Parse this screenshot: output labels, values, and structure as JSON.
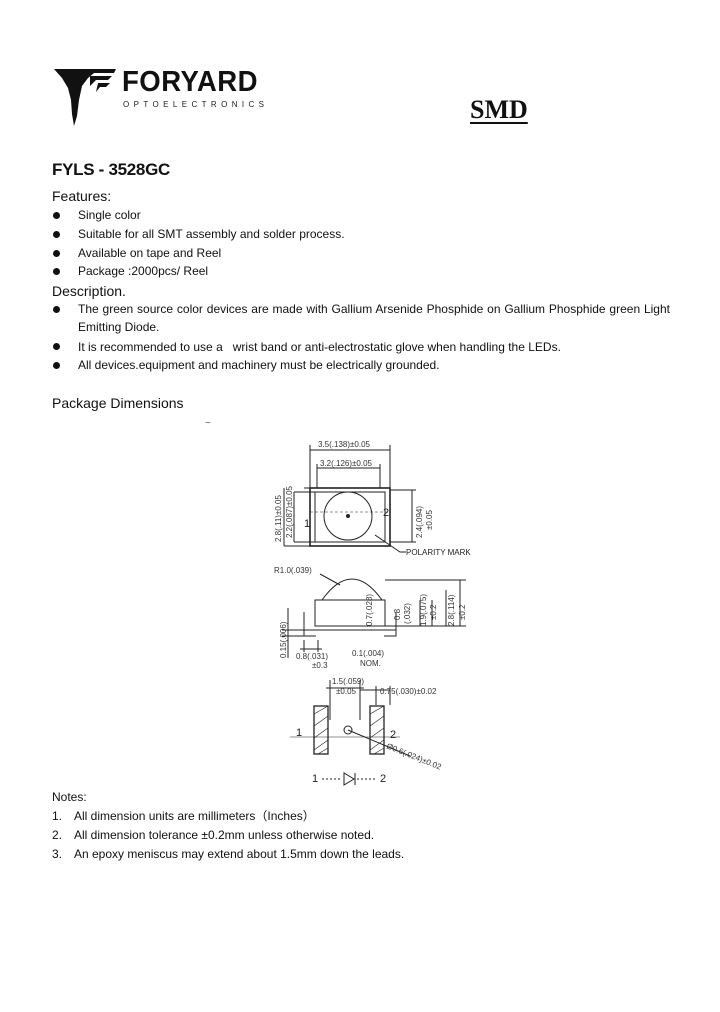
{
  "header": {
    "brand": "FORYARD",
    "brand_sub": "OPTOELECTRONICS",
    "doc_type": "SMD"
  },
  "part_number": "FYLS - 3528GC",
  "features": {
    "heading": "Features:",
    "items": [
      "Single color",
      "Suitable for all SMT assembly and solder process.",
      "Available on tape and Reel",
      "Package :2000pcs/ Reel"
    ]
  },
  "description": {
    "heading": "Description.",
    "items": [
      "The green source color devices are made with Gallium Arsenide Phosphide on Gallium Phosphide green Light Emitting Diode.",
      "It is recommended to use a   wrist band or anti-electrostatic glove when handling the LEDs.",
      "All devices.equipment and machinery must be electrically grounded."
    ]
  },
  "package": {
    "heading": "Package Dimensions",
    "stray_mark": "~",
    "dims": {
      "top_width": "3.5(.138)±0.05",
      "inner_width": "3.2(.126)±0.05",
      "height_outer": "2.8(.11)±0.05",
      "height_inner": "2.2(.087)±0.05",
      "pad_right": "2.4(.094)",
      "pad_right_tol": "±0.05",
      "pin1": "1",
      "pin2": "2",
      "polarity": "POLARITY MARK",
      "radius": "R1.0(.039)",
      "thk_a": "0.8",
      "thk_a2": "(.032)",
      "thk_b": "0.7(.028)",
      "thk_c": "1.9(.075)",
      "thk_c2": "±0.2",
      "thk_d": "2.8(.114)",
      "thk_d2": "±0.2",
      "lead_h": "0.15(.006)",
      "lead_w": "0.8(.031)",
      "lead_w_tol": "±0.3",
      "nom": "0.1(.004)",
      "nom_label": "NOM.",
      "pad_w": "1.5(.059)",
      "pad_w_tol": "±0.05",
      "gap": "0.75(.030)±0.02",
      "dia": "Ø0.6(.024)±0.02",
      "sym_1": "1",
      "sym_2": "2"
    }
  },
  "notes": {
    "heading": "Notes:",
    "items": [
      {
        "num": "1.",
        "text": "All dimension units are millimeters（Inches）"
      },
      {
        "num": "2.",
        "text": "All dimension tolerance ±0.2mm unless otherwise noted."
      },
      {
        "num": "3.",
        "text": "An epoxy meniscus may extend about 1.5mm down the leads."
      }
    ]
  }
}
